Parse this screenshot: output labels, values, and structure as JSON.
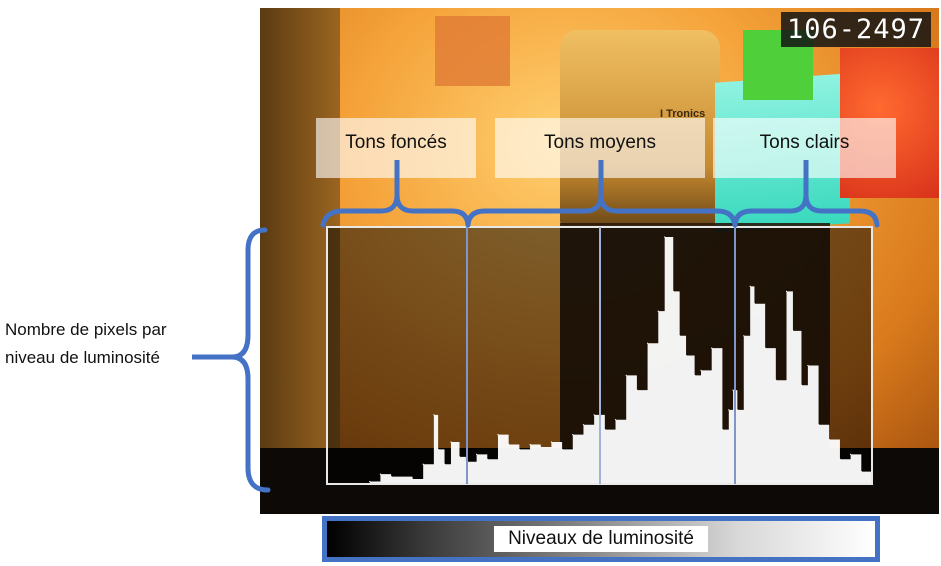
{
  "frame_number": "106-2497",
  "tone_zones": {
    "dark": "Tons foncés",
    "mid": "Tons moyens",
    "light": "Tons clairs"
  },
  "y_axis_label": "Nombre de pixels par niveau de luminosité",
  "x_axis_label": "Niveaux de luminosité",
  "colors": {
    "accent": "#4472c4",
    "histogram_fill": "#ffffff",
    "photo_orange": "#f3a43a",
    "photo_teal": "#3fe0c8"
  },
  "photo_text": "I Tronics",
  "chart_data": {
    "type": "area",
    "title": "",
    "xlabel": "Niveaux de luminosité",
    "ylabel": "Nombre de pixels par niveau de luminosité",
    "xlim": [
      0,
      255
    ],
    "ylim": [
      0,
      100
    ],
    "zones": [
      {
        "name": "Tons foncés",
        "range": [
          0,
          64
        ]
      },
      {
        "name": "Tons moyens",
        "range": [
          64,
          191
        ]
      },
      {
        "name": "Tons clairs",
        "range": [
          191,
          255
        ]
      }
    ],
    "x": [
      0,
      10,
      20,
      25,
      30,
      40,
      45,
      50,
      52,
      55,
      58,
      62,
      65,
      70,
      75,
      80,
      85,
      90,
      95,
      100,
      105,
      110,
      115,
      120,
      125,
      130,
      135,
      140,
      145,
      150,
      155,
      158,
      162,
      165,
      168,
      172,
      175,
      180,
      185,
      188,
      190,
      192,
      195,
      198,
      200,
      205,
      210,
      215,
      218,
      222,
      225,
      230,
      235,
      240,
      245,
      250,
      255
    ],
    "values": [
      0,
      0,
      1,
      4,
      3,
      2,
      8,
      28,
      14,
      8,
      17,
      11,
      9,
      12,
      10,
      20,
      16,
      14,
      16,
      15,
      17,
      14,
      20,
      24,
      28,
      22,
      26,
      44,
      38,
      57,
      70,
      100,
      78,
      60,
      52,
      44,
      46,
      55,
      22,
      30,
      38,
      30,
      60,
      80,
      73,
      55,
      42,
      78,
      62,
      40,
      48,
      24,
      18,
      10,
      12,
      5,
      0
    ]
  }
}
